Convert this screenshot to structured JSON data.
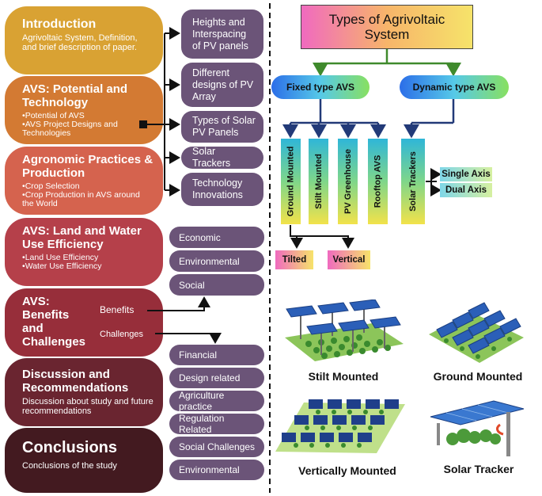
{
  "sections": [
    {
      "title": "Introduction",
      "text": "Agrivoltaic System, Definition, and brief description of paper.",
      "color": "#d9a233"
    },
    {
      "title": "AVS: Potential and Technology",
      "items": [
        "Potential of AVS",
        "AVS Project Designs and Technologies"
      ],
      "color": "#d37a33"
    },
    {
      "title": "Agronomic Practices & Production",
      "items": [
        "Crop Selection",
        "Crop Production in AVS around the World"
      ],
      "color": "#d5634e"
    },
    {
      "title": "AVS: Land and Water Use Efficiency",
      "items": [
        "Land Use Efficiency",
        "Water Use Efficiency"
      ],
      "color": "#b5404a"
    },
    {
      "title": "AVS: Benefits and Challenges",
      "benefits": "Benefits",
      "challenges": "Challenges",
      "color": "#972e3a"
    },
    {
      "title": "Discussion and Recommendations",
      "text": "Discussion about study and future recommendations",
      "color": "#6a2530"
    },
    {
      "title": "Conclusions",
      "text": "Conclusions of the study",
      "color": "#431a20"
    }
  ],
  "tech_pills": [
    "Heights and Interspacing of PV panels",
    "Different designs of PV Array",
    "Types of Solar PV Panels",
    "Solar Trackers",
    "Technology Innovations"
  ],
  "efficiency_pills": [
    "Economic",
    "Environmental",
    "Social"
  ],
  "challenge_pills": [
    "Financial",
    "Design related",
    "Agriculture practice",
    "Regulation Related",
    "Social Challenges",
    "Environmental"
  ],
  "tree": {
    "root": "Types of Agrivoltaic System",
    "fixed": "Fixed type AVS",
    "dynamic": "Dynamic type AVS",
    "fixed_children": [
      "Ground Mounted",
      "Stilt Mounted",
      "PV Greenhouse",
      "Rooftop AVS"
    ],
    "dynamic_children": [
      "Solar Trackers"
    ],
    "ground_children": [
      "Tilted",
      "Vertical"
    ],
    "tracker_children": [
      "Single Axis",
      "Dual Axis"
    ]
  },
  "images": [
    "Stilt Mounted",
    "Ground Mounted",
    "Vertically Mounted",
    "Solar Tracker"
  ]
}
